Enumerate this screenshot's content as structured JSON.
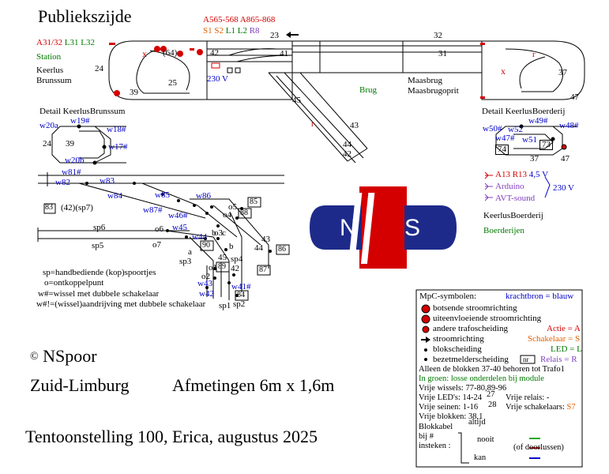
{
  "title": "Publiekszijde",
  "colors": {
    "red": "#d40000",
    "green": "#007a00",
    "blue": "#0000c8",
    "orange": "#e06000",
    "purple": "#8040c0",
    "darkblue": "#1e2a8a",
    "yellow": "#f0e800"
  },
  "top_labels": {
    "a_range": "A565-568 A865-868",
    "s_part": "S1 S2",
    "l_part": "L1 L2",
    "r_part": "R8",
    "block_23": "23",
    "block_32": "32",
    "block_31": "31",
    "block_41": "41",
    "block_42": "42",
    "block_64": "(64)",
    "block_25": "25",
    "block_24": "24",
    "block_39": "39",
    "block_45": "45",
    "block_43": "43",
    "block_44": "44",
    "block_42b": "42",
    "block_37": "37",
    "block_47": "47",
    "voltage": "230 V"
  },
  "left_legend": {
    "a_line": "A31/32",
    "l_line": "L31 L32",
    "station": "Station",
    "keerlus": "Keerlus",
    "brunssum": "Brunssum"
  },
  "middle_labels": {
    "brug": "Brug",
    "maasbrug": "Maasbrug",
    "maasbrugoprit": "Maasbrugoprit"
  },
  "detail_brunssum": {
    "title": "Detail KeerlusBrunssum",
    "w19": "w19#",
    "w20a": "w20a",
    "w18": "w18#",
    "w17": "w17#",
    "w20b": "w20b",
    "n24": "24",
    "n39": "39"
  },
  "detail_boerderij": {
    "title": "Detail KeerlusBoerderij",
    "w49": "w49#",
    "w50": "w50#",
    "w52": "w52",
    "w48": "w48#",
    "w47": "w47#",
    "w51": "w51",
    "b74": "74",
    "b73": "73",
    "n37": "37",
    "n47": "47"
  },
  "boerderij_legend": {
    "a_line": "A13 R13",
    "volt45": "4,5 V",
    "arduino": "Arduino",
    "avt": "AVT-sound",
    "volt230": "230 V",
    "keerlus": "KeerlusBoerderij",
    "boerderijen": "Boerderijen"
  },
  "yard": {
    "w81": "w81#",
    "w82": "w82",
    "w83": "w83",
    "w84": "w84",
    "w85": "w85",
    "w86": "w86",
    "w87": "w87#",
    "w46": "w46#",
    "w45": "w45",
    "w44": "w44",
    "w43": "w43",
    "w41": "w41#",
    "w42": "w42",
    "b83": "83",
    "sp7": "(42)(sp7)",
    "sp6": "sp6",
    "sp5": "sp5",
    "o6": "o6",
    "o7": "o7",
    "o5": "o5",
    "o4": "o4",
    "o3": "o3",
    "o2": "o2",
    "o1": "o1",
    "b85": "85",
    "b88": "88",
    "b86": "86",
    "b87": "87",
    "b90": "90",
    "b89": "89",
    "b84": "84",
    "n43": "43",
    "n44": "44",
    "n45": "45",
    "n42": "42",
    "sp4": "sp4",
    "sp3": "sp3",
    "sp1": "sp1",
    "sp2": "sp2",
    "a": "a",
    "b": "b",
    "c": "c",
    "bb": "b"
  },
  "yard_legend": {
    "line1": "sp=handbediende (kop)spoortjes",
    "line2": "o=ontkoppelpunt",
    "line3": "w#=wissel met dubbele schakelaar",
    "line4": "w#!=(wissel)aandrijving met dubbele schakelaar"
  },
  "logo": {
    "n": "N",
    "s": "S"
  },
  "mpc": {
    "title": "MpC-symbolen:",
    "kracht": "krachtbron = blauw",
    "botsende": "botsende stroomrichting",
    "uiteenvloeiende": "uiteenvloeiende stroomrichting",
    "andere": "andere trafoscheiding",
    "actie": "Actie = A",
    "stroomrichting": "stroomrichting",
    "schakelaar": "Schakelaar = S",
    "blok": "blokscheiding",
    "led": "LED = L",
    "bezet": "bezetmelderscheiding",
    "nr": "nr",
    "relais": "Relais = R",
    "alleen": "Alleen de blokken 37-40 behoren tot Trafo1",
    "groen": "In groen: losse onderdelen bij module",
    "wissels": "Vrije wissels: 77-80,89-96",
    "leds": "Vrije LED's: 14-24",
    "leds_n": "27",
    "relais_free": "Vrije relais: -",
    "seinen": "Vrije seinen: 1-16",
    "seinen_n": "28",
    "schak_free": "Vrije schakelaars:",
    "schak_val": "S7",
    "blokken": "Vrije blokken: 38,1",
    "blokkabel": "Blokkabel",
    "bij": "bij #",
    "insteken": "insteken :",
    "altijd": "altijd",
    "nooit": "nooit",
    "kan": "kan",
    "doorlussen": "(of doorlussen)"
  },
  "footer": {
    "copyright": "NSpoor",
    "region": "Zuid-Limburg",
    "dims": "Afmetingen 6m x 1,6m",
    "event": "Tentoonstelling 100, Erica, augustus 2025"
  }
}
